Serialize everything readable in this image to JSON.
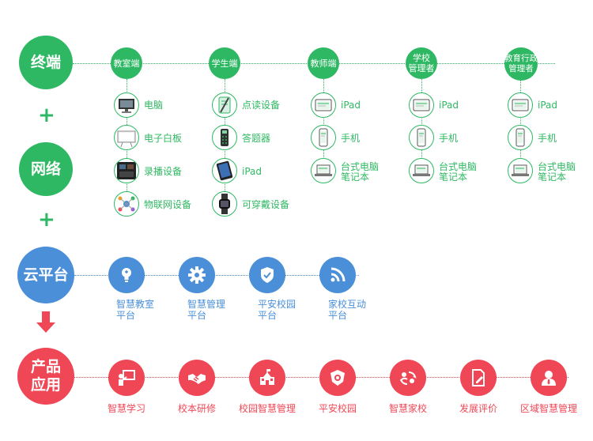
{
  "main_nodes": {
    "terminal": "终端",
    "network": "网络",
    "cloud": "云平台",
    "product_line1": "产品",
    "product_line2": "应用",
    "plus1": "+",
    "plus2": "+"
  },
  "terminal_columns": [
    {
      "title_lines": [
        "教室端"
      ],
      "devices": [
        {
          "label_lines": [
            "电脑"
          ],
          "icon": "monitor-icon"
        },
        {
          "label_lines": [
            "电子白板"
          ],
          "icon": "whiteboard-icon"
        },
        {
          "label_lines": [
            "录播设备"
          ],
          "icon": "recording-device-icon"
        },
        {
          "label_lines": [
            "物联网设备"
          ],
          "icon": "iot-device-icon"
        }
      ]
    },
    {
      "title_lines": [
        "学生端"
      ],
      "devices": [
        {
          "label_lines": [
            "点读设备"
          ],
          "icon": "reading-pen-icon"
        },
        {
          "label_lines": [
            "答题器"
          ],
          "icon": "answer-clicker-icon"
        },
        {
          "label_lines": [
            "iPad"
          ],
          "icon": "ipad-icon"
        },
        {
          "label_lines": [
            "可穿戴设备"
          ],
          "icon": "smartwatch-icon"
        }
      ]
    },
    {
      "title_lines": [
        "教师端"
      ],
      "devices": [
        {
          "label_lines": [
            "iPad"
          ],
          "icon": "ipad-screen-icon"
        },
        {
          "label_lines": [
            "手机"
          ],
          "icon": "phone-icon"
        },
        {
          "label_lines": [
            "台式电脑",
            "笔记本"
          ],
          "icon": "laptop-icon"
        }
      ]
    },
    {
      "title_lines": [
        "学校",
        "管理者"
      ],
      "devices": [
        {
          "label_lines": [
            "iPad"
          ],
          "icon": "ipad-screen-icon"
        },
        {
          "label_lines": [
            "手机"
          ],
          "icon": "phone-icon"
        },
        {
          "label_lines": [
            "台式电脑",
            "笔记本"
          ],
          "icon": "laptop-icon"
        }
      ]
    },
    {
      "title_lines": [
        "教育行政",
        "管理者"
      ],
      "devices": [
        {
          "label_lines": [
            "iPad"
          ],
          "icon": "ipad-screen-icon"
        },
        {
          "label_lines": [
            "手机"
          ],
          "icon": "phone-icon"
        },
        {
          "label_lines": [
            "台式电脑",
            "笔记本"
          ],
          "icon": "laptop-icon"
        }
      ]
    }
  ],
  "cloud_items": [
    {
      "label_lines": [
        "智慧教室",
        "平台"
      ],
      "icon": "lightbulb-icon"
    },
    {
      "label_lines": [
        "智慧管理",
        "平台"
      ],
      "icon": "gear-icon"
    },
    {
      "label_lines": [
        "平安校园",
        "平台"
      ],
      "icon": "shield-icon"
    },
    {
      "label_lines": [
        "家校互动",
        "平台"
      ],
      "icon": "rss-icon"
    }
  ],
  "product_items": [
    {
      "label": "智慧学习",
      "icon": "teacher-board-icon"
    },
    {
      "label": "校本研修",
      "icon": "handshake-icon"
    },
    {
      "label": "校园智慧管理",
      "icon": "school-building-icon"
    },
    {
      "label": "平安校园",
      "icon": "police-badge-icon"
    },
    {
      "label": "智慧家校",
      "icon": "family-exchange-icon"
    },
    {
      "label": "发展评价",
      "icon": "document-edit-icon"
    },
    {
      "label": "区域智慧管理",
      "icon": "manager-icon"
    }
  ],
  "colors": {
    "green": "#2fb863",
    "blue": "#4a8fd8",
    "red": "#ef4756"
  }
}
